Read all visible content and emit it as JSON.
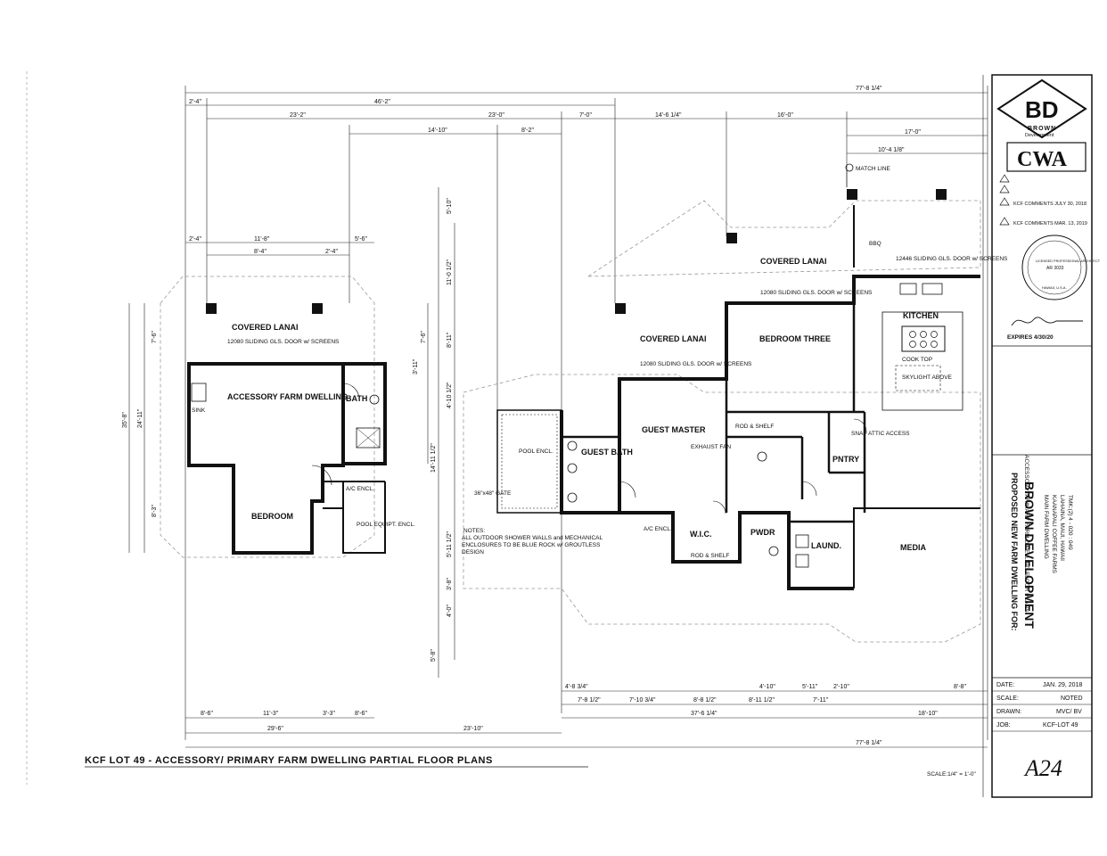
{
  "sheet": {
    "title": "KCF LOT 49 - ACCESSORY/ PRIMARY FARM DWELLING PARTIAL FLOOR PLANS",
    "scale": "SCALE:1/4\" = 1'-0\"",
    "sheet_number": "A24"
  },
  "dimensions": {
    "top_overall": "77'-8 1/4\"",
    "top_a": "2'-4\"",
    "top_b": "46'-2\"",
    "top_c": "23'-2\"",
    "top_d": "23'-0\"",
    "top_e": "7'-0\"",
    "top_f": "14'-6 1/4\"",
    "top_g": "16'-0\"",
    "top_h": "17'-0\"",
    "top_i": "14'-10\"",
    "top_j": "8'-2\"",
    "top_k": "10'-4 1/8\"",
    "acc_a": "2'-4\"",
    "acc_b": "11'-8\"",
    "acc_c": "5'-6\"",
    "acc_d": "8'-4\"",
    "acc_e": "2'-4\"",
    "left_outer": "35'-8\"",
    "left_inner": "24'-11\"",
    "left_a": "7'-6\"",
    "left_b": "8'-3\"",
    "right_a": "7'-6\"",
    "right_b": "3'-11\"",
    "main_l1": "5'-10\"",
    "main_l2": "11'-0 1/2\"",
    "main_l3": "8'-11\"",
    "main_l4": "4'-10 1/2\"",
    "main_l5": "14'-11 1/2\"",
    "main_l6": "5'-11 1/2\"",
    "main_l7": "3'-8\"",
    "main_l8": "4'-0\"",
    "main_l9": "5'-8\"",
    "bot_a": "4'-8 3/4\"",
    "bot_b": "7'-8 1/2\"",
    "bot_c": "7'-10 3/4\"",
    "bot_d": "8'-8 1/2\"",
    "bot_e": "8'-11 1/2\"",
    "bot_f": "4'-10\"",
    "bot_g": "5'-11\"",
    "bot_h": "2'-10\"",
    "bot_i": "7'-11\"",
    "bot_j": "8'-8\"",
    "bot_k": "37'-6 1/4\"",
    "bot_l": "18'-10\"",
    "acc_bot_a": "8'-6\"",
    "acc_bot_b": "11'-3\"",
    "acc_bot_c": "3'-3\"",
    "acc_bot_d": "8'-6\"",
    "acc_bot_total": "29'-6\"",
    "main_bot_total": "23'-10\"",
    "bottom_overall": "77'-8 1/4\""
  },
  "rooms": {
    "acc_lanai": "COVERED LANAI",
    "acc_lanai_door": "12080 SLIDING GLS. DOOR w/ SCREENS",
    "acc_dwelling": "ACCESSORY FARM DWELLING",
    "acc_bath": "BATH",
    "acc_bedroom": "BEDROOM",
    "acc_ac": "A/C ENCL.",
    "acc_pool": "POOL EQUIPT. ENCL.",
    "lanai_1": "COVERED LANAI",
    "lanai_1_door": "12080 SLIDING GLS. DOOR w/ SCREENS",
    "lanai_2": "COVERED LANAI",
    "lanai_2_door": "12080 SLIDING GLS. DOOR w/ SCREENS",
    "bedroom_three": "BEDROOM THREE",
    "kitchen": "KITCHEN",
    "cook_top": "COOK TOP",
    "skylight": "SKYLIGHT ABOVE",
    "guest_master": "GUEST MASTER",
    "guest_bath": "GUEST BATH",
    "pool_encl": "POOL ENCL.",
    "pntry": "PNTRY",
    "wic": "W.I.C.",
    "pwdr": "PWDR",
    "laund": "LAUND.",
    "media": "MEDIA",
    "ac_encl": "A/C ENCL.",
    "match_line": "MATCH LINE",
    "sliding_door": "12446 SLIDING GLS. DOOR w/ SCREENS",
    "attic": "SNAP ATTIC ACCESS",
    "exhaust": "EXHAUST FAN",
    "rod_shelf_1": "ROD & SHELF",
    "rod_shelf_2": "ROD & SHELF",
    "bbq": "BBQ",
    "sink": "SINK"
  },
  "notes": {
    "title": "NOTES:",
    "body": "ALL OUTDOOR SHOWER WALLS and MECHANICAL ENCLOSURES TO BE BLUE ROCK w/ GROUTLESS DESIGN",
    "gate": "36\"x48\" GATE"
  },
  "title_block": {
    "logo_letters": "BD",
    "logo_name": "BROWN",
    "logo_sub": "Development",
    "firm": "CWA",
    "rev_1": "KCF COMMENTS JULY 30, 2018",
    "rev_2": "KCF COMMENTS MAR. 13, 2019",
    "stamp_1": "LICENSED PROFESSIONAL ARCHITECT",
    "stamp_2": "AR 3033",
    "stamp_3": "HAWAII, U.S.A.",
    "expires": "EXPIRES 4/30/20",
    "sheet_desc": "ACCESSORY/ PRIMARY FARM DWELLING FLOOR PLANS",
    "project_1": "PROPOSED NEW FARM DWELLING FOR:",
    "project_2": "BROWN DEVELOPMENT",
    "project_3": "MAIN FARM DWELLING",
    "project_4": "KAANAPALI COFFEE FARMS",
    "project_5": "LAHAINA, MAUI, HAWAII",
    "project_6": "TMK:(2) 4 - 020 : 049",
    "date_label": "DATE:",
    "date_val": "JAN. 29, 2018",
    "scale_label": "SCALE:",
    "scale_val": "NOTED",
    "drawn_label": "DRAWN:",
    "drawn_val": "MVC/ BV",
    "job_label": "JOB:",
    "job_val": "KCF-LOT 49",
    "sheet_no": "A24"
  }
}
